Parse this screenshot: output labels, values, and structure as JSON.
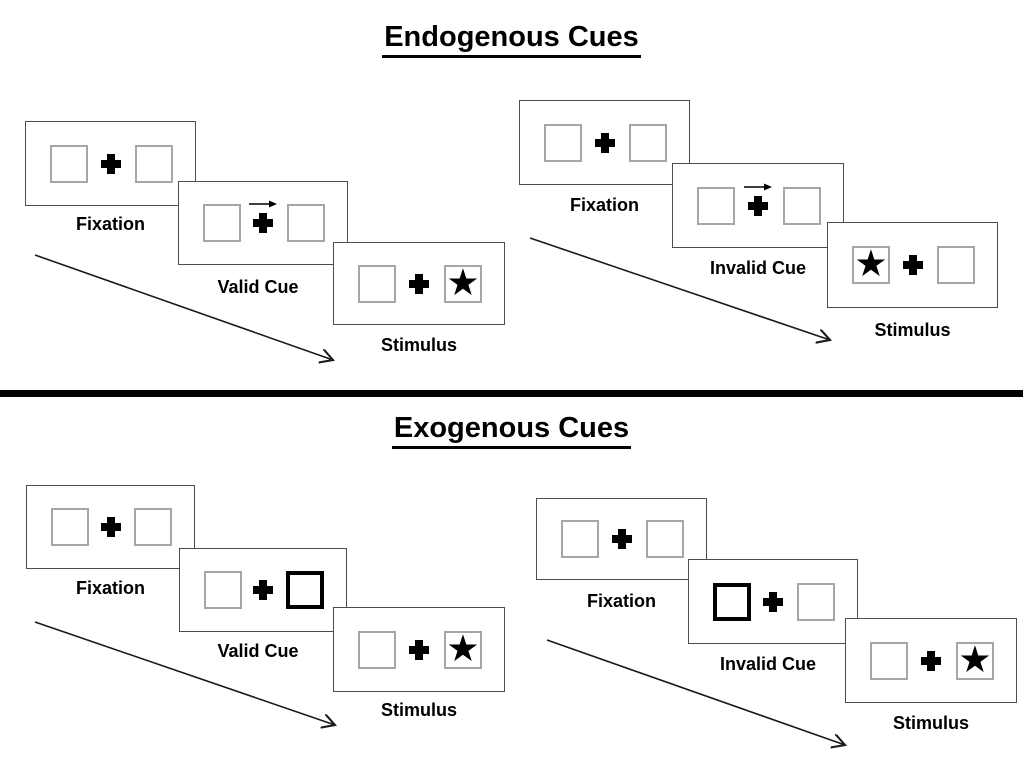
{
  "endogenous": {
    "title": "Endogenous Cues",
    "valid": {
      "fixation_label": "Fixation",
      "cue_label": "Valid Cue",
      "stimulus_label": "Stimulus",
      "cue_kind": "central-arrow-right",
      "stimulus_side": "right"
    },
    "invalid": {
      "fixation_label": "Fixation",
      "cue_label": "Invalid Cue",
      "stimulus_label": "Stimulus",
      "cue_kind": "central-arrow-right",
      "stimulus_side": "left"
    }
  },
  "exogenous": {
    "title": "Exogenous Cues",
    "valid": {
      "fixation_label": "Fixation",
      "cue_label": "Valid Cue",
      "stimulus_label": "Stimulus",
      "cue_kind": "peripheral-box-right",
      "stimulus_side": "right"
    },
    "invalid": {
      "fixation_label": "Fixation",
      "cue_label": "Invalid Cue",
      "stimulus_label": "Stimulus",
      "cue_kind": "peripheral-box-left",
      "stimulus_side": "right"
    }
  },
  "glyphs": {
    "star": "★"
  },
  "colors": {
    "background": "#ffffff",
    "panel_border": "#4d4d4d",
    "square_border": "#a6a6a6",
    "cue_box_border": "#000000",
    "ink": "#000000"
  }
}
